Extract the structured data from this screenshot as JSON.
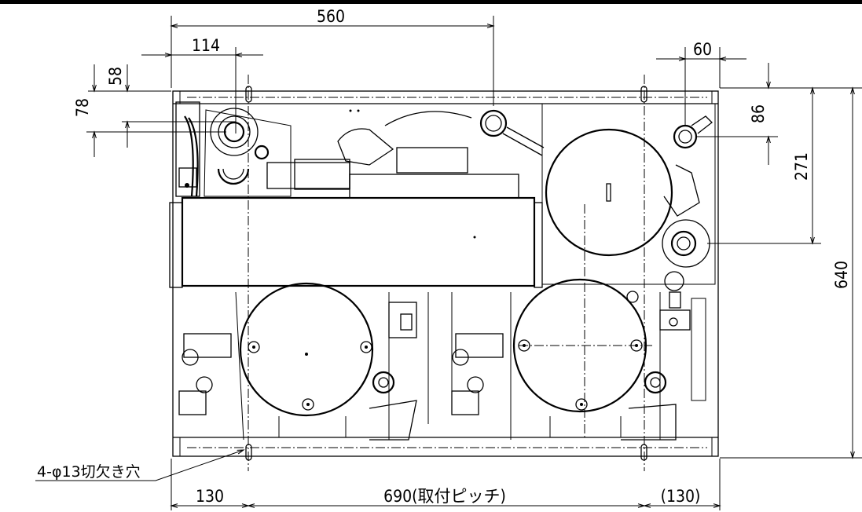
{
  "dimensions": {
    "top_width": "560",
    "left_offset": "114",
    "right_offset": "60",
    "left_v1": "58",
    "left_v2": "78",
    "right_v1": "86",
    "right_v2": "271",
    "height": "640",
    "bottom_left": "130",
    "bottom_pitch": "690(取付ピッチ)",
    "bottom_right": "(130)"
  },
  "note": "4-φ13切欠き穴",
  "colors": {
    "line": "#000000",
    "background": "#ffffff"
  }
}
